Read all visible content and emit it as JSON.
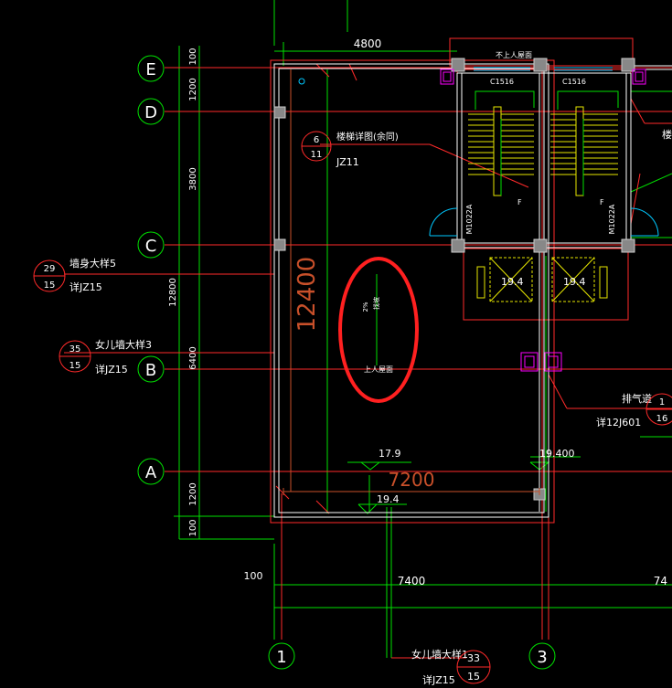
{
  "colors": {
    "background": "#000000",
    "dim_line": "#00e000",
    "axis_line": "#ff2a2a",
    "wall": "#ffffff",
    "text": "#ffffff",
    "stair": "#e6e600",
    "door": "#00c8ff",
    "magenta": "#ff00ff",
    "highlight": "#ff2020",
    "big_dim": "#c8502a"
  },
  "axes": {
    "E": "E",
    "D": "D",
    "C": "C",
    "B": "B",
    "A": "A",
    "one": "1",
    "three": "3"
  },
  "dims": {
    "top_4800": "4800",
    "v_100_top": "100",
    "v_1200_top": "1200",
    "v_3800": "3800",
    "v_12800": "12800",
    "v_6400": "6400",
    "v_1200_bottom": "1200",
    "v_100_bottom": "100",
    "h_100": "100",
    "h_7400": "7400",
    "h_74": "74",
    "big_7200": "7200",
    "big_12400": "12400"
  },
  "labels": {
    "roof_no_access": "不上人屋面",
    "window_c1516_a": "C1516",
    "window_c1516_b": "C1516",
    "door_m1022a_a": "M1022A",
    "door_m1022a_b": "M1022A",
    "stair_detail": "楼梯详图(余同)",
    "jz11": "JZ11",
    "slope_text": "2%",
    "slope_sub": "找坡",
    "roof_access": "上人屋面",
    "elev_179": "17.9",
    "elev_19400": "19.400",
    "elev_194_bottom": "19.4",
    "elev_194_a": "19.4",
    "elev_194_b": "19.4",
    "wall_detail5": "墙身大样5",
    "parapet_detail3": "女儿墙大样3",
    "parapet_detail1": "女儿墙大样1",
    "detail_jz15_a": "详JZ15",
    "detail_jz15_b": "详JZ15",
    "detail_jz15_c": "详JZ15",
    "vent": "排气道",
    "detail_12j601": "详12J601",
    "f_a": "F",
    "f_b": "F",
    "right_cut": "楼"
  },
  "detail_markers": {
    "m1": {
      "top": "6",
      "bottom": "11"
    },
    "m2": {
      "top": "29",
      "bottom": "15"
    },
    "m3": {
      "top": "35",
      "bottom": "15"
    },
    "m4": {
      "top": "1",
      "bottom": "16"
    },
    "m5": {
      "top": "33",
      "bottom": "15"
    }
  }
}
